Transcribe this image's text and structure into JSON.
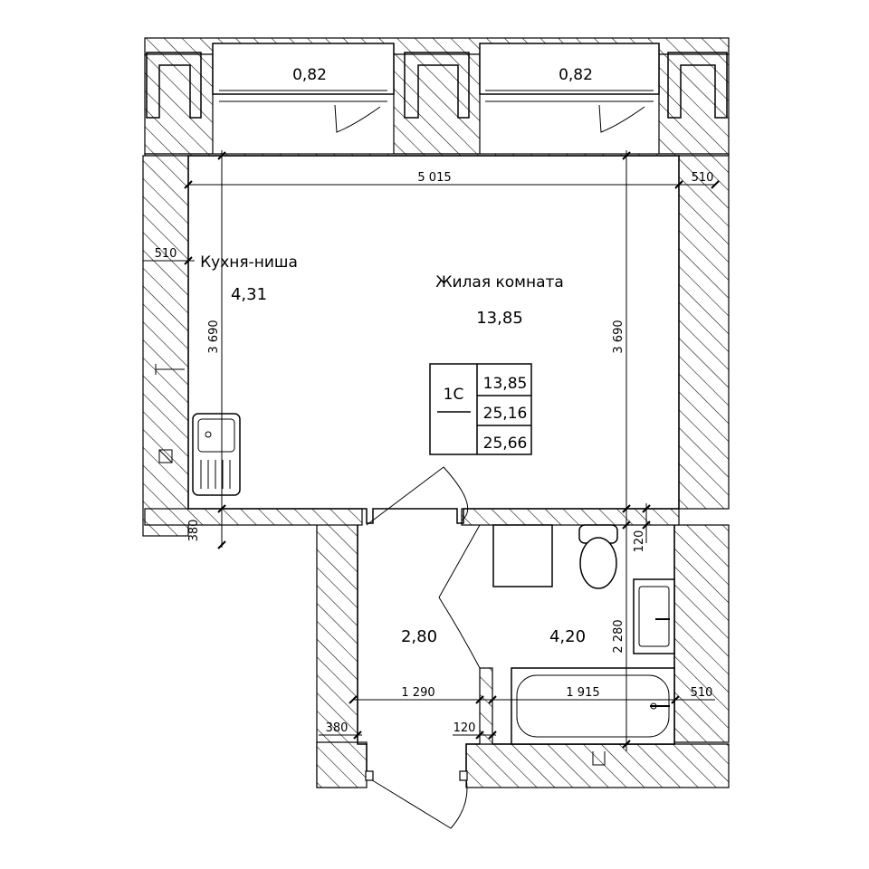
{
  "rooms": {
    "kitchen": {
      "name": "Кухня-ниша",
      "area": "4,31"
    },
    "living": {
      "name": "Жилая комната",
      "area": "13,85"
    },
    "hall": {
      "area": "2,80"
    },
    "bath": {
      "area": "4,20"
    },
    "balcony_left": {
      "area": "0,82"
    },
    "balcony_right": {
      "area": "0,82"
    }
  },
  "summary": {
    "type": "1С",
    "living_area": "13,85",
    "total_area": "25,16",
    "total_area_with_balcony": "25,66"
  },
  "dimensions": {
    "width_main": "5 015",
    "wall_top_right": "510",
    "wall_left": "510",
    "height_left": "3 690",
    "height_right": "3 690",
    "offset_bottom_left": "380",
    "partition_top": "120",
    "bath_height": "2 280",
    "hall_width": "1 290",
    "bath_width": "1 915",
    "wall_bottom_right": "510",
    "offset_hall_left": "380",
    "partition_bottom": "120"
  }
}
